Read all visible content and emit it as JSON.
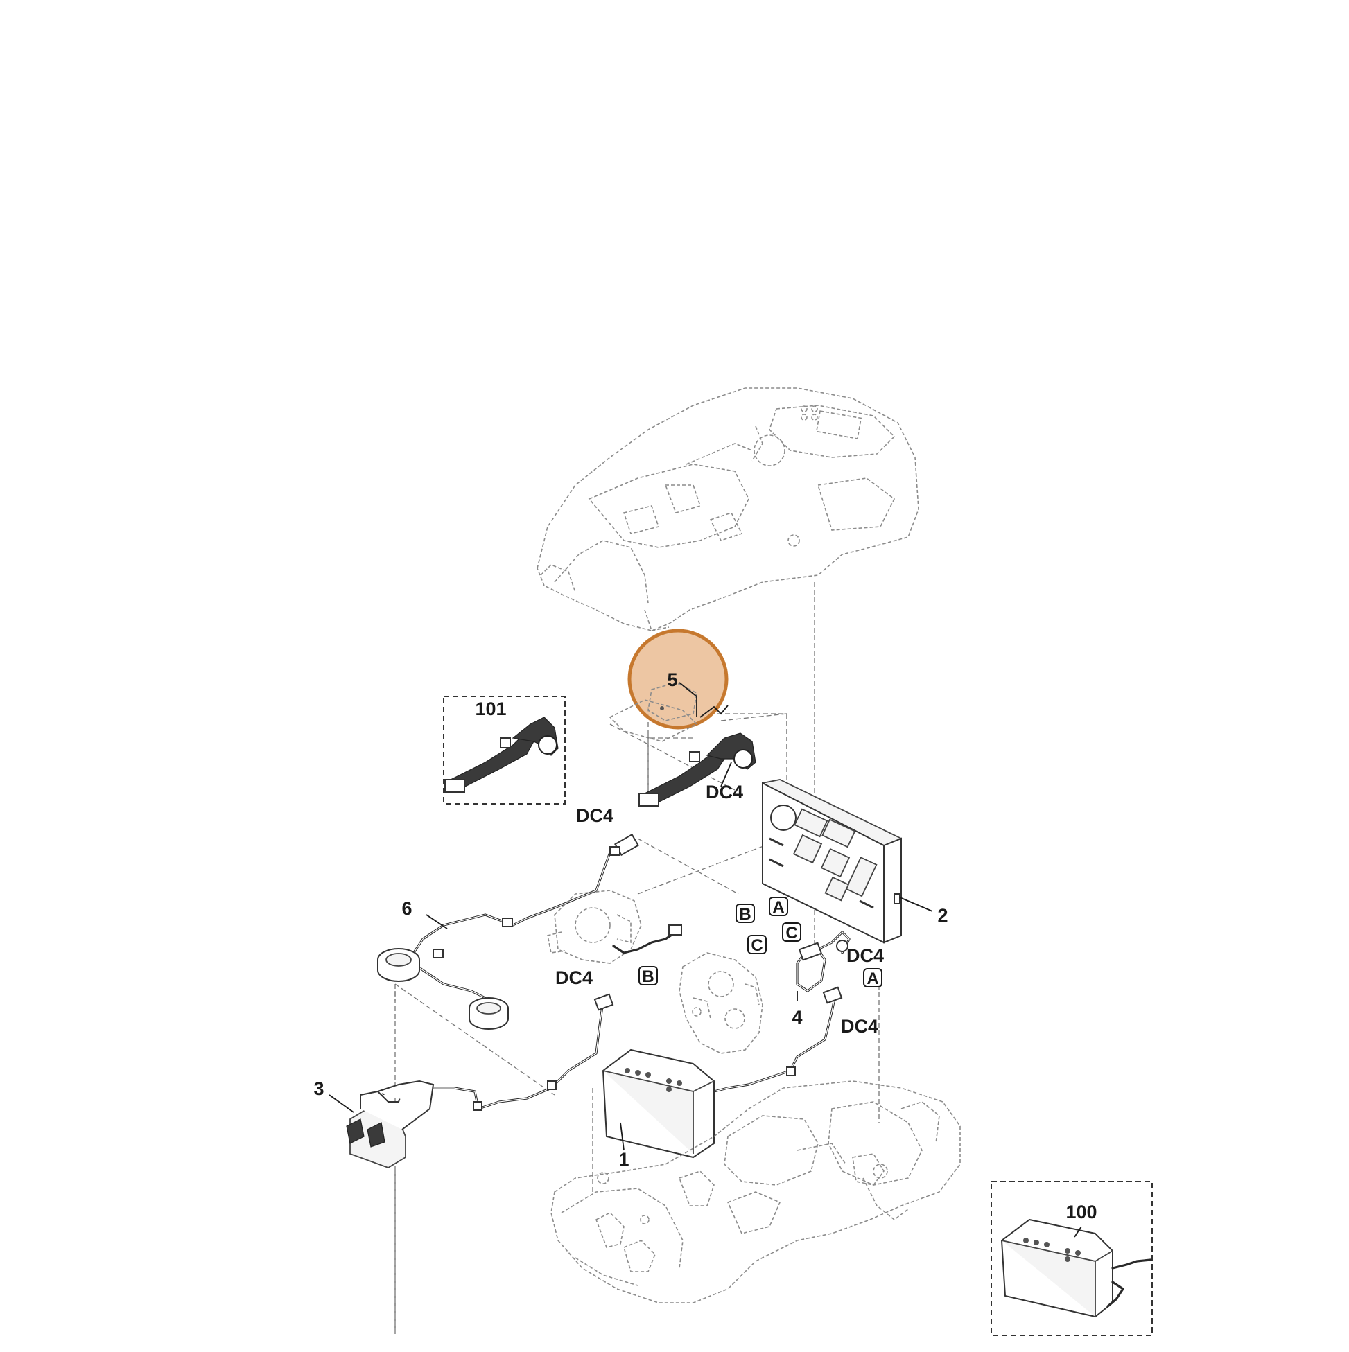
{
  "diagram": {
    "highlight": {
      "fill": "#e8b88c",
      "stroke": "#c6782e"
    },
    "part_labels": {
      "p1": "1",
      "p2": "2",
      "p3": "3",
      "p4": "4",
      "p5": "5",
      "p6": "6",
      "p100": "100",
      "p101": "101"
    },
    "connector_labels": {
      "dc4_harness_top": "DC4",
      "dc4_upper_cable": "DC4",
      "dc4_mid_cable": "DC4",
      "dc4_loop": "DC4",
      "dc4_right_cable": "DC4"
    },
    "boxed_labels": {
      "a_board": "A",
      "b_board": "B",
      "c_board": "C",
      "c_motor": "C",
      "b_cable": "B",
      "a_cable": "A"
    },
    "icons": [
      "housing-top",
      "housing-bottom",
      "control-board",
      "battery-pack",
      "flat-ribbon-cable",
      "motor-assembly",
      "wire-harness",
      "connector-plug"
    ]
  }
}
